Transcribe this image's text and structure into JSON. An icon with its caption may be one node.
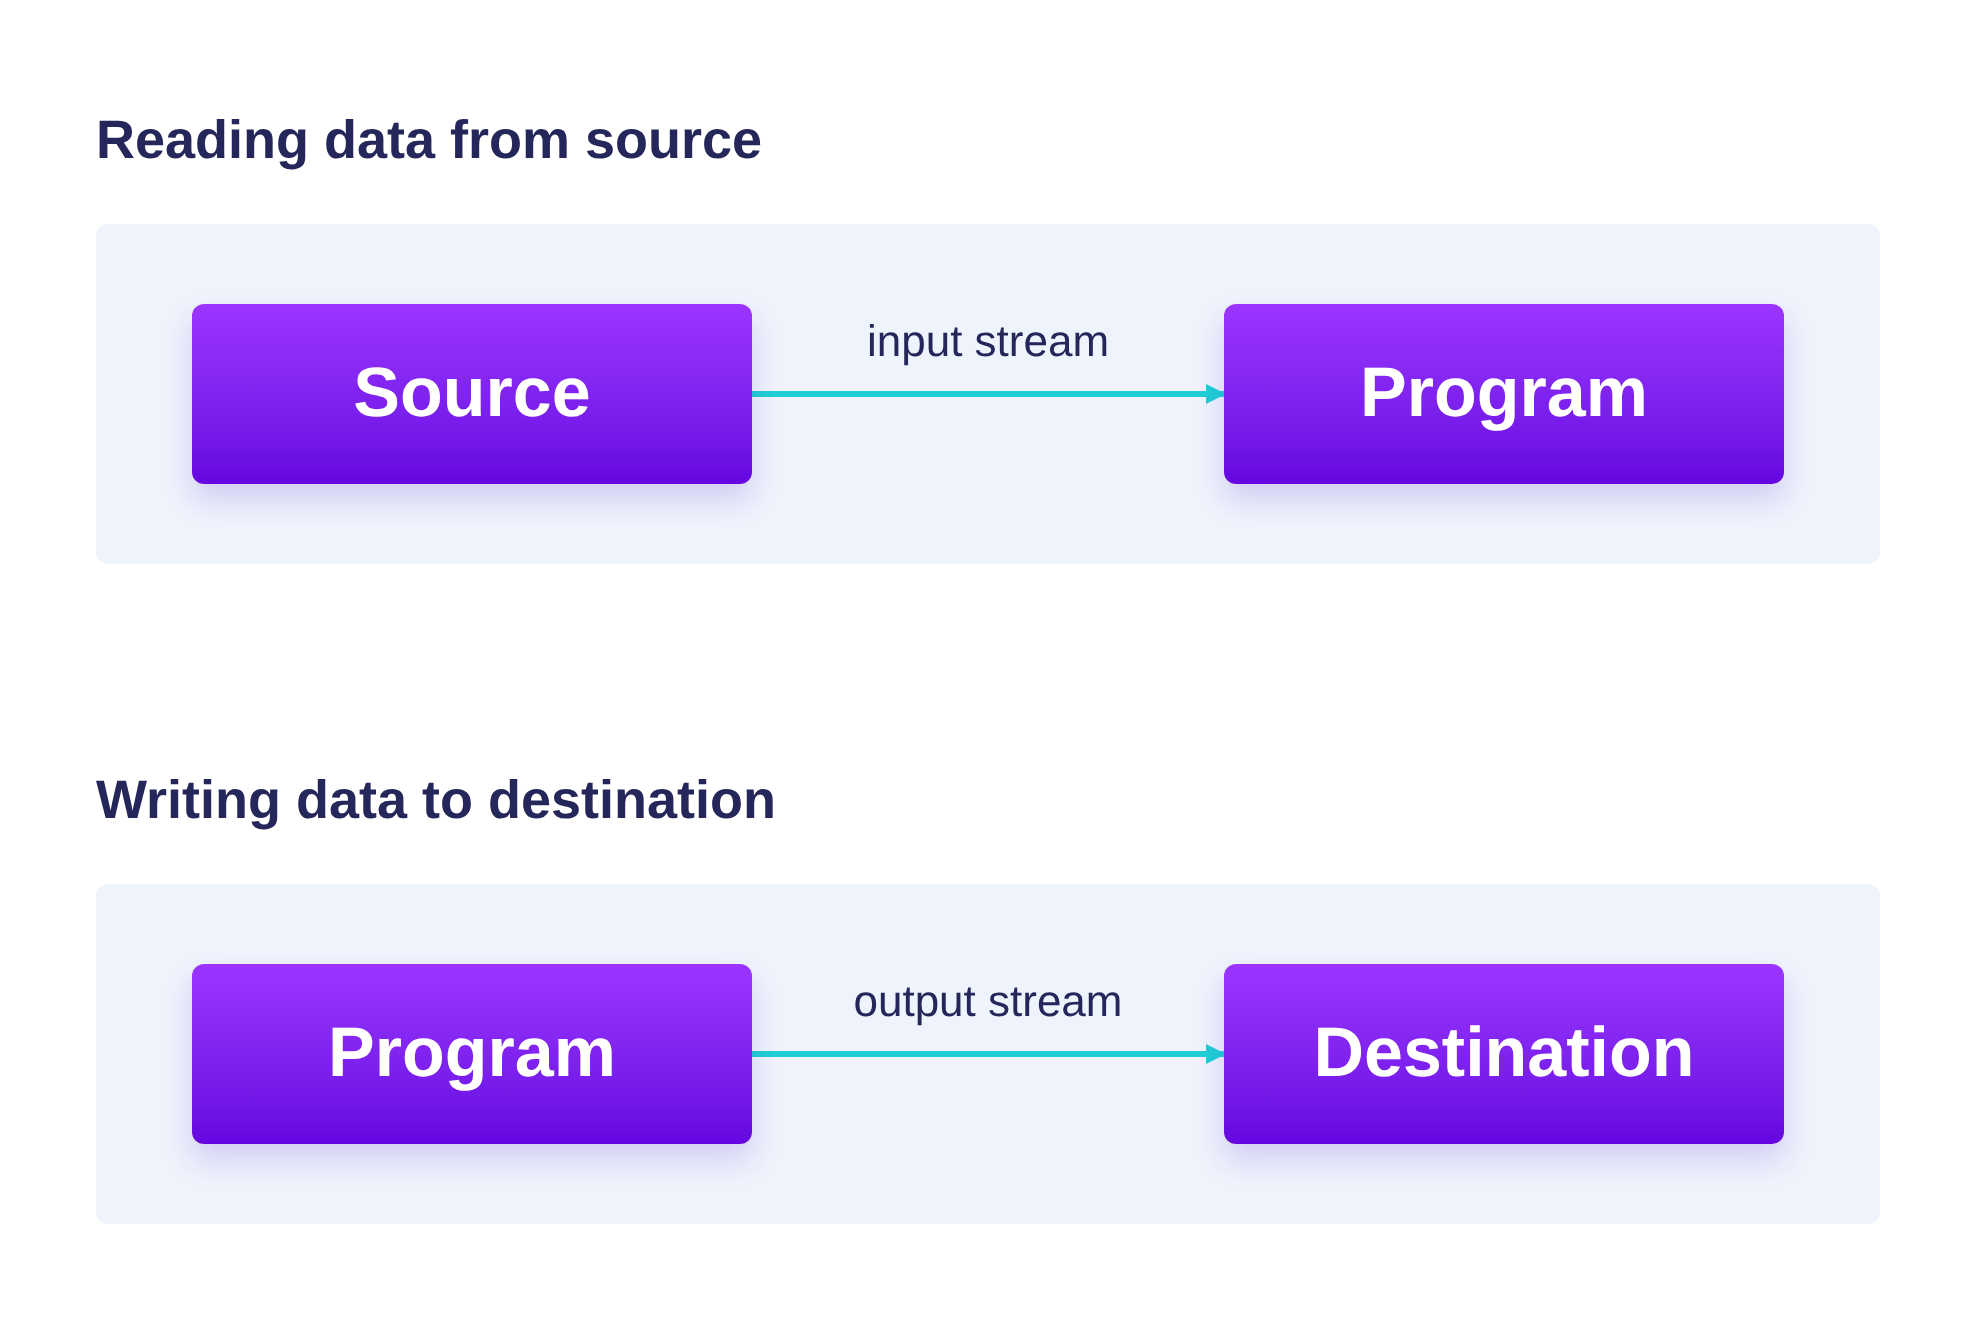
{
  "diagram": {
    "nodes": [
      {
        "text": [
          "Reading data from source"
        ]
      },
      {
        "text": [
          "Source"
        ],
        "in": 0
      },
      {
        "text": [
          "Program"
        ],
        "in": 0
      },
      {
        "text": [
          "Writing data to destination"
        ]
      },
      {
        "text": [
          "Program"
        ],
        "in": 3
      },
      {
        "text": [
          "Destination"
        ],
        "in": 3
      }
    ],
    "edges": [
      {
        "from": 1,
        "to": 2,
        "arrow": "to",
        "label": "input stream"
      },
      {
        "from": 4,
        "to": 5,
        "arrow": "to",
        "label": "output stream"
      }
    ]
  }
}
